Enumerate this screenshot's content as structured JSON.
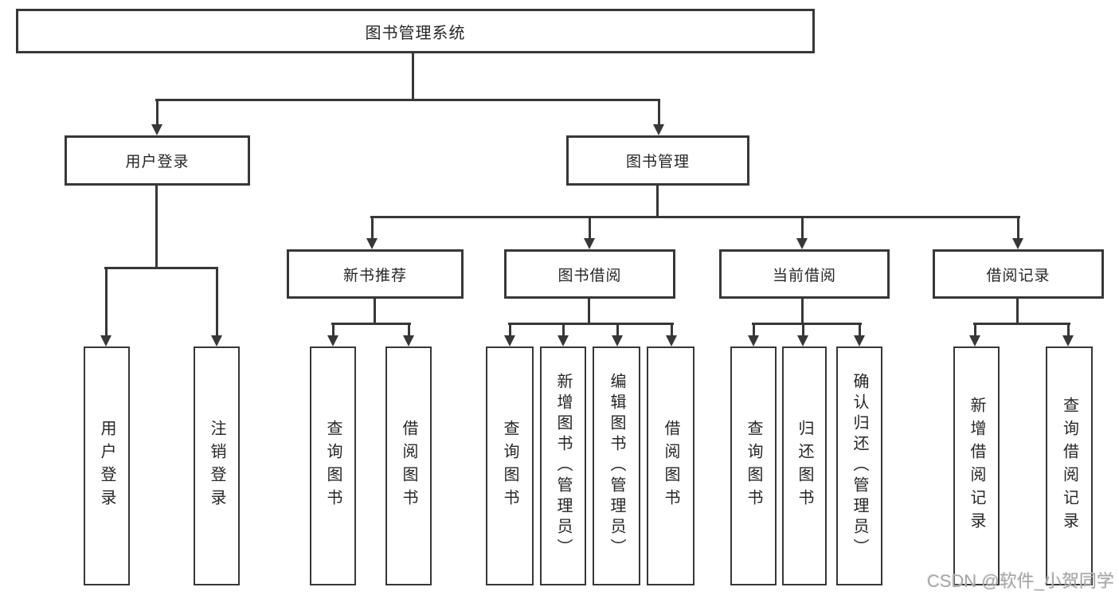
{
  "diagram": {
    "root": "图书管理系统",
    "level2": {
      "user_login": "用户登录",
      "book_management": "图书管理"
    },
    "level3": {
      "new_book_recommendation": "新书推荐",
      "book_borrowing": "图书借阅",
      "current_borrowing": "当前借阅",
      "borrowing_records": "借阅记录"
    },
    "leaves": {
      "user_login": "用户登录",
      "logout": "注销登录",
      "recommend_query_books": "查询图书",
      "recommend_borrow_books": "借阅图书",
      "borrow_query_books": "查询图书",
      "borrow_add_books": "新增图书（管理员）",
      "borrow_edit_books": "编辑图书（管理员）",
      "borrow_borrow_books": "借阅图书",
      "current_query_books": "查询图书",
      "current_return_books": "归还图书",
      "current_confirm_return": "确认归还（管理员）",
      "records_add_record": "新增借阅记录",
      "records_query_record": "查询借阅记录"
    }
  },
  "watermark": "CSDN @软件_小贺同学",
  "colors": {
    "line": "#373737",
    "text": "#262626",
    "watermark": "#a6a6a6",
    "background": "#ffffff"
  }
}
